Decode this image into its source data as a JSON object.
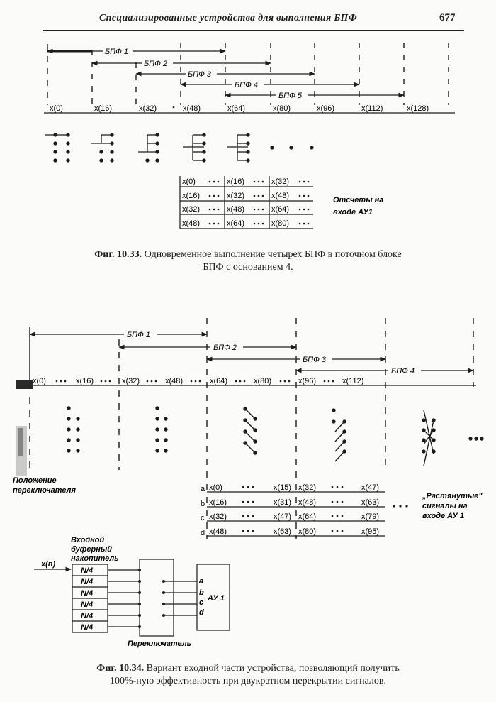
{
  "header": {
    "title": "Специализированные устройства для выполнения БПФ",
    "page_number": "677"
  },
  "fig33": {
    "fft_labels": [
      "БПФ 1",
      "БПФ 2",
      "БПФ 3",
      "БПФ 4",
      "БПФ 5"
    ],
    "sample_labels": [
      "x(0)",
      "x(16)",
      "x(32)",
      "x(48)",
      "x(64)",
      "x(80)",
      "x(96)",
      "x(112)",
      "x(128)"
    ],
    "input_rows": [
      [
        "x(0)",
        "x(16)",
        "x(32)"
      ],
      [
        "x(16)",
        "x(32)",
        "x(48)"
      ],
      [
        "x(32)",
        "x(48)",
        "x(64)"
      ],
      [
        "x(48)",
        "x(64)",
        "x(80)"
      ]
    ],
    "side_note_line1": "Отсчеты на",
    "side_note_line2": "входе АУ1",
    "caption_lead": "Фиг. 10.33.",
    "caption_line1": "Одновременное выполнение четырех БПФ в поточном блоке",
    "caption_line2": "БПФ с основанием 4."
  },
  "fig34": {
    "fft_labels": [
      "БПФ 1",
      "БПФ 2",
      "БПФ 3",
      "БПФ 4"
    ],
    "sample_labels": [
      "x(0)",
      "x(16)",
      "x(32)",
      "x(48)",
      "x(64)",
      "x(80)",
      "x(96)",
      "x(112)"
    ],
    "switch_label_line1": "Положение",
    "switch_label_line2": "переключателя",
    "rows": [
      {
        "letter": "a",
        "cells": [
          "x(0)",
          "x(15)",
          "x(32)",
          "x(47)"
        ]
      },
      {
        "letter": "b",
        "cells": [
          "x(16)",
          "x(31)",
          "x(48)",
          "x(63)"
        ]
      },
      {
        "letter": "c",
        "cells": [
          "x(32)",
          "x(47)",
          "x(64)",
          "x(79)"
        ]
      },
      {
        "letter": "d",
        "cells": [
          "x(48)",
          "x(63)",
          "x(80)",
          "x(95)"
        ]
      }
    ],
    "stretched_line1": "„Растянутые\"",
    "stretched_line2": "сигналы на",
    "stretched_line3": "входе АУ 1",
    "buffer_line1": "Входной",
    "buffer_line2": "буферный",
    "buffer_line3": "накопитель",
    "input_signal": "x(n)",
    "buffer_cells": [
      "N/4",
      "N/4",
      "N/4",
      "N/4",
      "N/4",
      "N/4"
    ],
    "switch_caption": "Переключатель",
    "au_outputs": [
      "a",
      "b",
      "c",
      "d"
    ],
    "au_label": "АУ 1",
    "caption_lead": "Фиг. 10.34.",
    "caption_line1": "Вариант входной части устройства, позволяющий получить",
    "caption_line2": "100%-ную эффективность при двукратном перекрытии сигналов."
  }
}
